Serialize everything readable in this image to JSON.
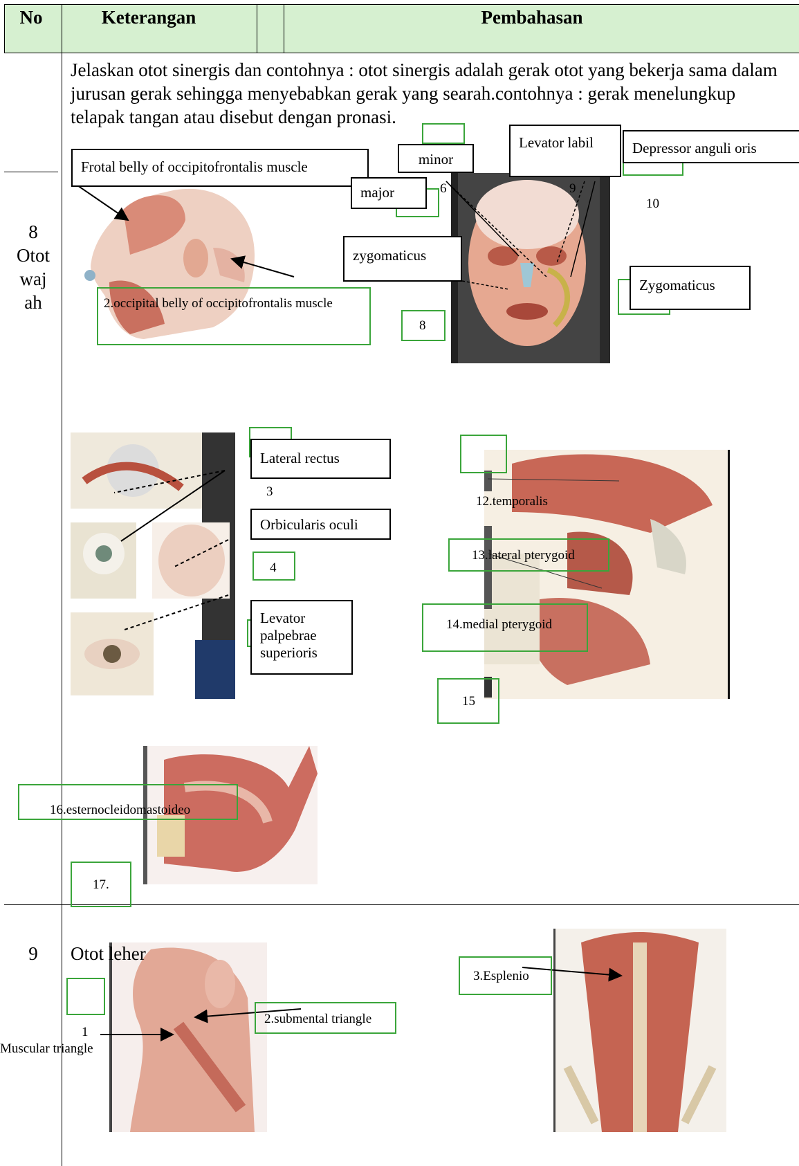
{
  "header": {
    "col_no": "No",
    "col_keterangan": "Keterangan",
    "col_pembahasan": "Pembahasan"
  },
  "intro": {
    "text": "Jelaskan otot sinergis dan contohnya : otot sinergis adalah gerak otot yang bekerja sama dalam jurusan gerak sehingga menyebabkan gerak yang searah.contohnya : gerak menelungkup telapak tangan atau disebut dengan pronasi."
  },
  "row8": {
    "number": "8",
    "title_lines": [
      "Otot",
      "waj",
      "ah"
    ],
    "labels": {
      "frontal": "Frotal belly of occipitofrontalis muscle",
      "occipital": "2.occipital belly of occipitofrontalis muscle",
      "minor": "minor",
      "levator_labil": "Levator labil",
      "depressor": "Depressor anguli oris",
      "major": "major",
      "n6": "6",
      "n9": "9",
      "n10": "10",
      "zygomaticus_l": "zygomaticus",
      "zygomaticus_r": "Zygomaticus",
      "n8": "8",
      "lateral_rectus": "Lateral rectus",
      "n3": "3",
      "orbicularis": "Orbicularis oculi",
      "n4": "4",
      "levator_palpebrae": "Levator palpebrae superioris",
      "temporalis": "12.temporalis",
      "lateral_pterygoid": "13.lateral pterygoid",
      "medial_pterygoid": "14.medial pterygoid",
      "n15": "15",
      "sterno": "16.esternocleidomastoideo",
      "n17": "17."
    }
  },
  "row9": {
    "number": "9",
    "title": "Otot leher",
    "labels": {
      "n1": "1",
      "muscular_triangle": "Muscular triangle",
      "submental": "2.submental triangle",
      "esplenio": "3.Esplenio"
    }
  },
  "colors": {
    "header_bg": "#d6f0d0",
    "label_green": "#3aa53a",
    "muscle": "#c0574a",
    "skin": "#e8b7a2"
  }
}
